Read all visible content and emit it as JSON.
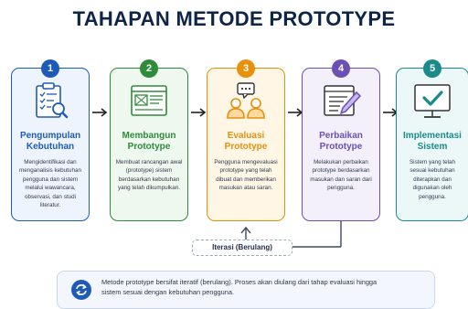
{
  "title": "TAHAPAN METODE PROTOTYPE",
  "steps": [
    {
      "number": "1",
      "title_line1": "Pengumpulan",
      "title_line2": "Kebutuhan",
      "desc": "Mengidentifikasi dan menganalisis kebutuhan pengguna dan sistem melalui wawancara, observasi, dan studi literatur.",
      "icon": "clipboard-magnifier-icon",
      "color": "#1e5bb8",
      "bg": "#eef4fd"
    },
    {
      "number": "2",
      "title_line1": "Membangun",
      "title_line2": "Prototype",
      "desc": "Membuat rancangan awal (prototype) sistem berdasarkan kebutuhan yang telah dikumpulkan.",
      "icon": "wireframe-window-icon",
      "color": "#2e8b3a",
      "bg": "#eef8ee"
    },
    {
      "number": "3",
      "title_line1": "Evaluasi",
      "title_line2": "Prototype",
      "desc": "Pengguna mengevaluasi prototype yang telah dibuat dan memberikan masukan atau saran.",
      "icon": "users-chat-icon",
      "color": "#e8900c",
      "bg": "#fff6e6"
    },
    {
      "number": "4",
      "title_line1": "Perbaikan",
      "title_line2": "Prototype",
      "desc": "Melakukan perbaikan prototype berdasarkan masukan dan saran dari pengguna.",
      "icon": "document-pencil-icon",
      "color": "#6b4fb3",
      "bg": "#f4f0fb"
    },
    {
      "number": "5",
      "title_line1": "Implementasi",
      "title_line2": "Sistem",
      "desc": "Sistem yang telah sesuai kebutuhan diterapkan dan digunakan oleh pengguna.",
      "icon": "monitor-check-icon",
      "color": "#1a8a8a",
      "bg": "#ecf8f8"
    }
  ],
  "loop_label": "Iterasi (Berulang)",
  "note": {
    "line1": "Metode prototype bersifat iteratif (berulang). Proses akan diulang dari tahap evaluasi hingga",
    "line2": "sistem sesuai dengan kebutuhan pengguna.",
    "icon": "refresh-icon"
  },
  "colors": {
    "title": "#0f2547",
    "arrow": "#222222",
    "loop_line": "#3b4a63",
    "note_icon": "#1e5bb8"
  }
}
